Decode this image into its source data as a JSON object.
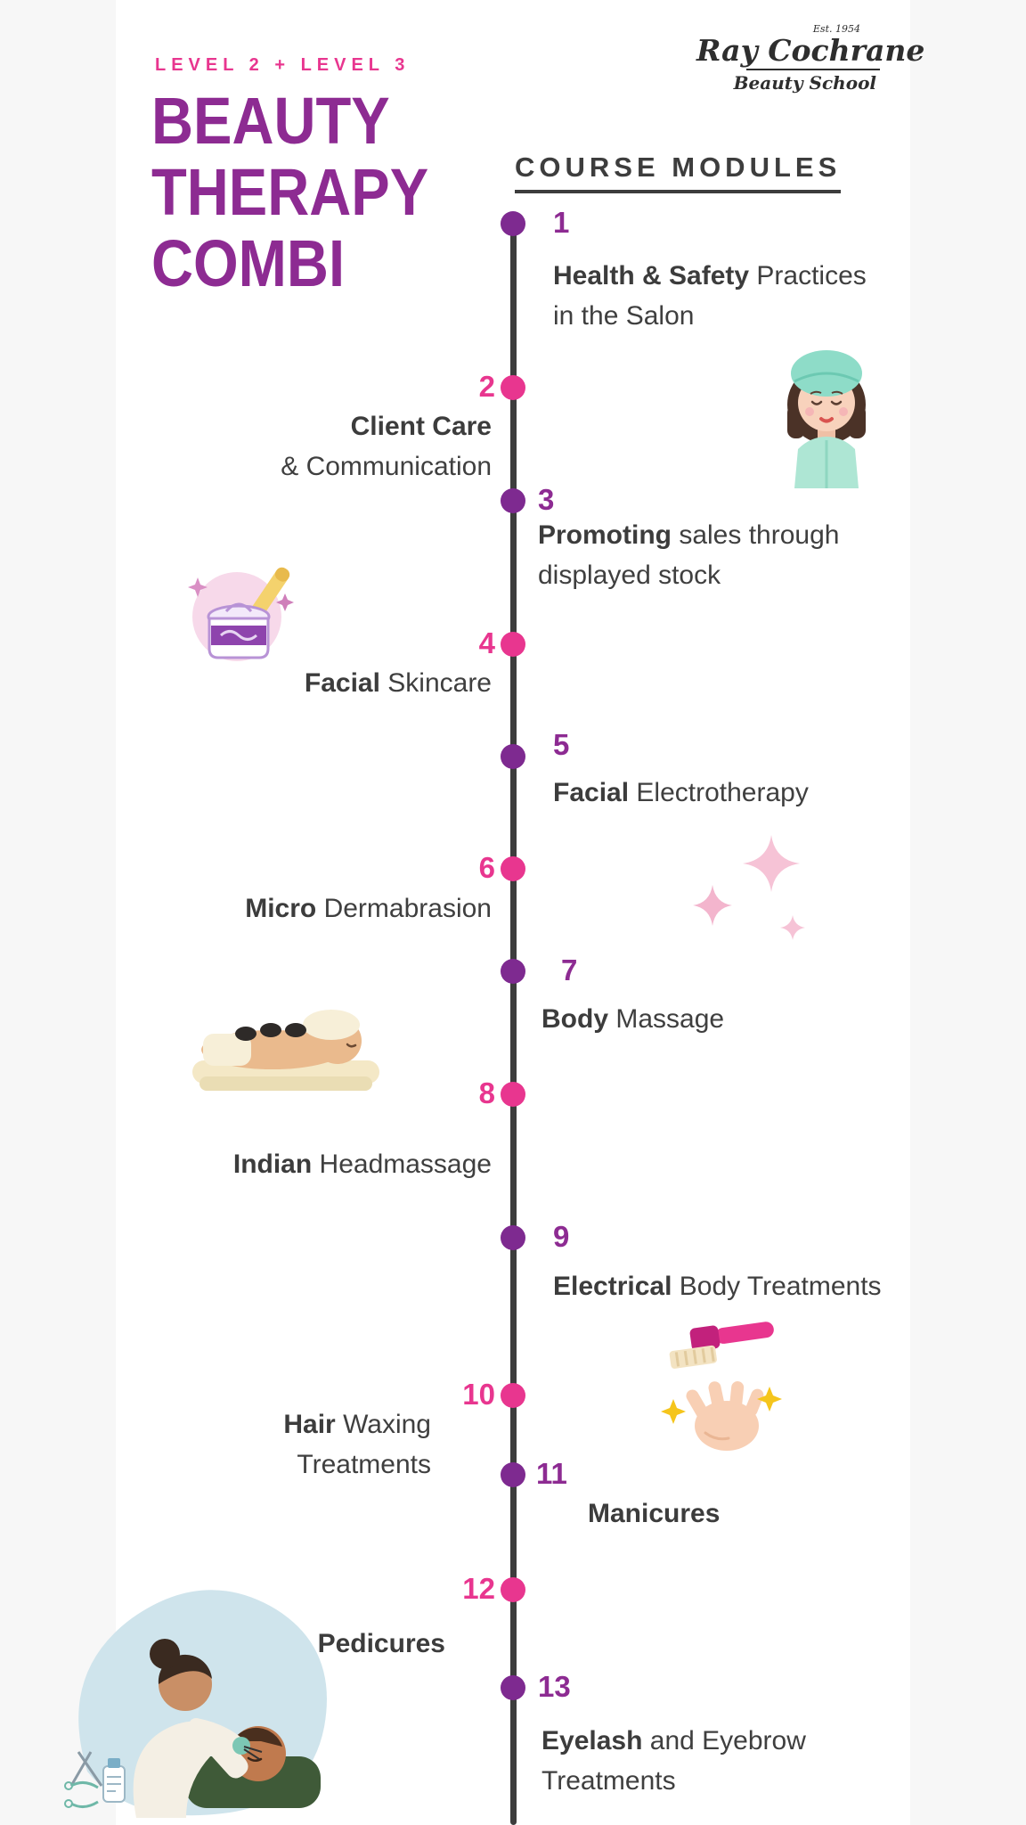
{
  "logo": {
    "est": "Est. 1954",
    "name": "Ray Cochrane",
    "subtitle": "Beauty School"
  },
  "header": {
    "eyebrow": "LEVEL 2 + LEVEL 3",
    "title_lines": [
      "BEAUTY",
      "THERAPY",
      "COMBI"
    ]
  },
  "colors": {
    "purple": "#8d2b92",
    "pink": "#e8368f",
    "line": "#3d3d3d",
    "text": "#3f3f3f"
  },
  "timeline": {
    "heading": "COURSE MODULES",
    "modules": [
      {
        "num": "1",
        "side": "right",
        "color": "purple",
        "lines": [
          {
            "b": "Health & Safety",
            "r": " Practices"
          },
          {
            "b": "",
            "r": "in the Salon"
          }
        ]
      },
      {
        "num": "2",
        "side": "left",
        "color": "pink",
        "lines": [
          {
            "b": "Client Care",
            "r": ""
          },
          {
            "b": "",
            "r": "& Communication"
          }
        ]
      },
      {
        "num": "3",
        "side": "right",
        "color": "purple",
        "lines": [
          {
            "b": "Promoting",
            "r": " sales through"
          },
          {
            "b": "",
            "r": "displayed stock"
          }
        ]
      },
      {
        "num": "4",
        "side": "left",
        "color": "pink",
        "lines": [
          {
            "b": "Facial",
            "r": " Skincare"
          }
        ]
      },
      {
        "num": "5",
        "side": "right",
        "color": "purple",
        "lines": [
          {
            "b": "Facial",
            "r": " Electrotherapy"
          }
        ]
      },
      {
        "num": "6",
        "side": "left",
        "color": "pink",
        "lines": [
          {
            "b": "Micro",
            "r": " Dermabrasion"
          }
        ]
      },
      {
        "num": "7",
        "side": "right",
        "color": "purple",
        "lines": [
          {
            "b": "Body",
            "r": " Massage"
          }
        ]
      },
      {
        "num": "8",
        "side": "left",
        "color": "pink",
        "lines": [
          {
            "b": "Indian",
            "r": " Headmassage"
          }
        ]
      },
      {
        "num": "9",
        "side": "right",
        "color": "purple",
        "lines": [
          {
            "b": "Electrical",
            "r": " Body Treatments"
          }
        ]
      },
      {
        "num": "10",
        "side": "left",
        "color": "pink",
        "lines": [
          {
            "b": "Hair",
            "r": " Waxing"
          },
          {
            "b": "",
            "r": "Treatments"
          }
        ]
      },
      {
        "num": "11",
        "side": "right",
        "color": "purple",
        "lines": [
          {
            "b": "Manicures",
            "r": ""
          }
        ]
      },
      {
        "num": "12",
        "side": "left",
        "color": "pink",
        "lines": [
          {
            "b": "Pedicures",
            "r": ""
          }
        ]
      },
      {
        "num": "13",
        "side": "right",
        "color": "purple",
        "lines": [
          {
            "b": "Eyelash",
            "r": " and Eyebrow"
          },
          {
            "b": "",
            "r": "Treatments"
          }
        ]
      }
    ]
  },
  "illustrations": {
    "client_face": "woman-with-towel-headwrap-illustration",
    "cream_jar": "facial-cream-jar-illustration",
    "sparkles": "pink-sparkles-illustration",
    "massage": "hot-stone-massage-illustration",
    "brush_hand": "brush-and-hand-illustration",
    "eyelash_scene": "eyelash-treatment-illustration"
  }
}
